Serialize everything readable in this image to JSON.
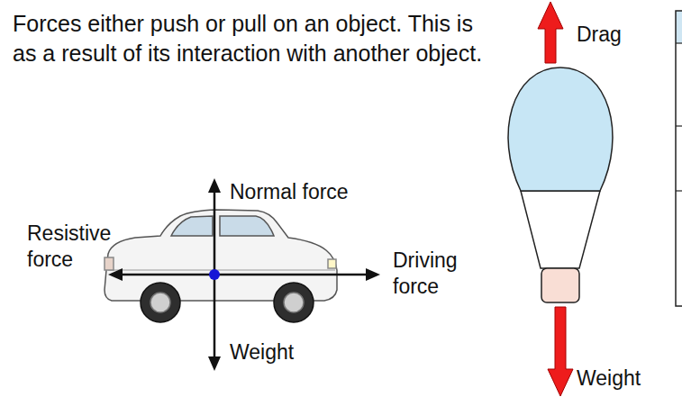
{
  "diagram": {
    "labels": [
      "Forces either push or pull on an object. This is as a result of its interaction with another object.",
      "Normal force",
      "Resistive force",
      "Driving force",
      "Weight",
      "Drag",
      "Weight"
    ]
  }
}
